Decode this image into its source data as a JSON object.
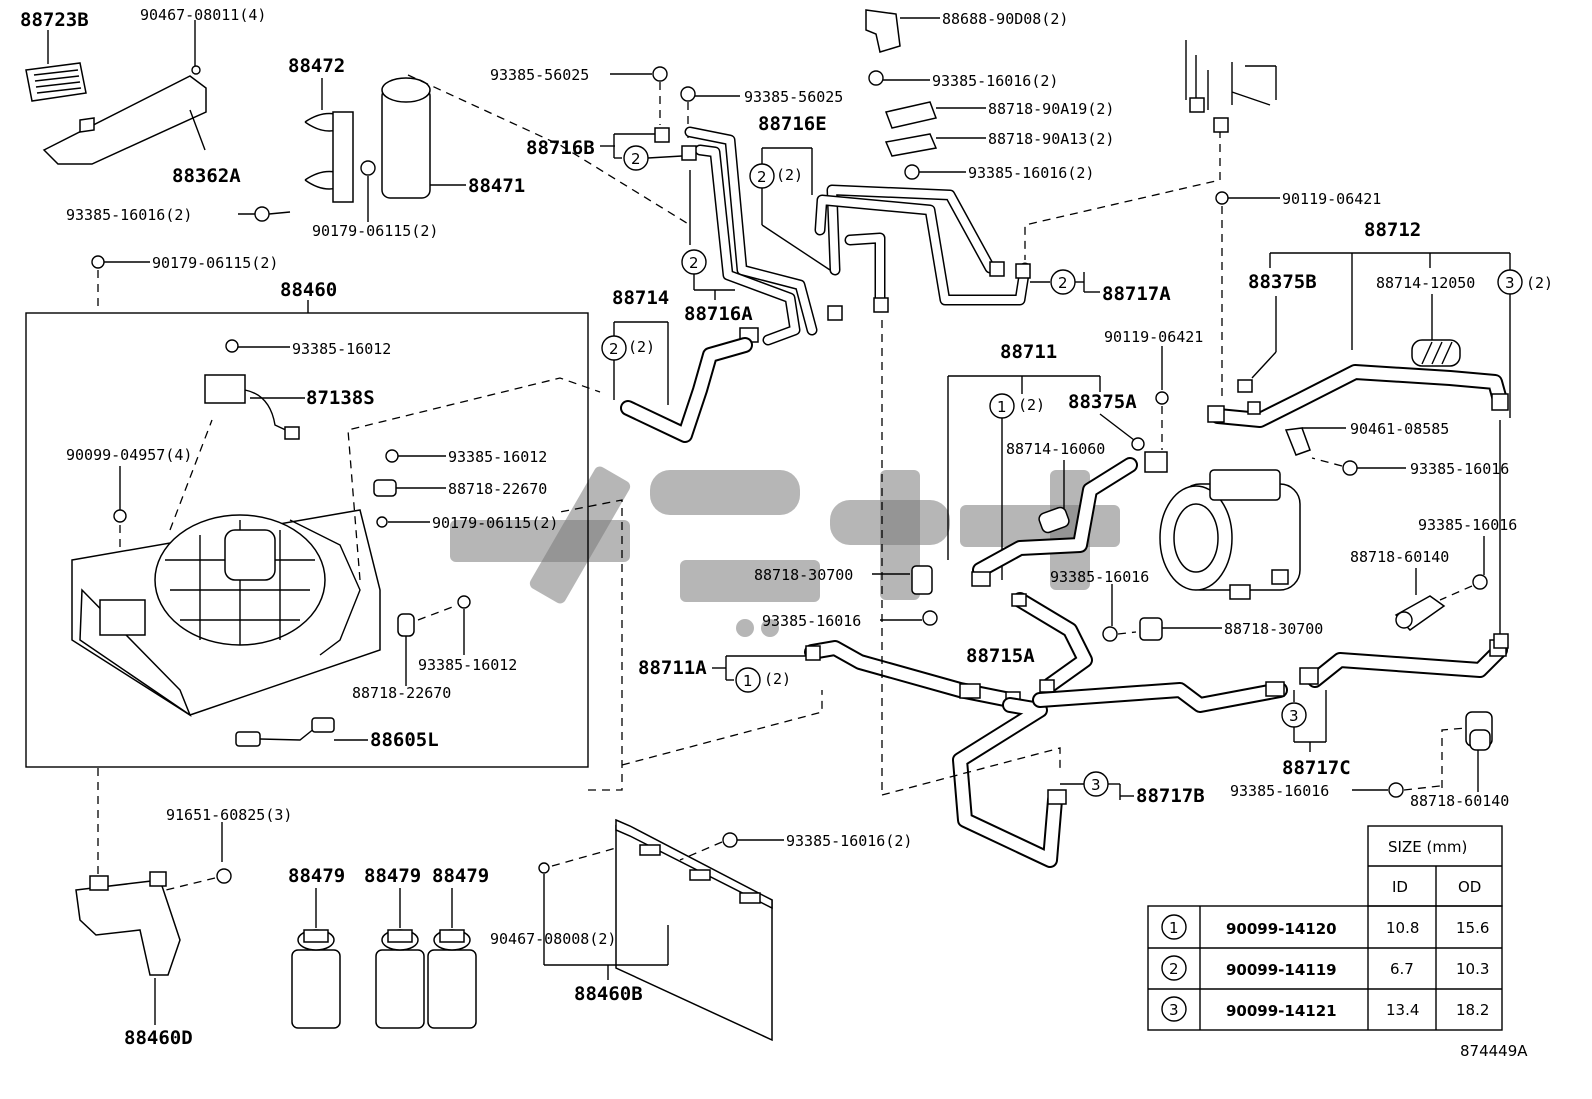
{
  "diagram_id": "874449A",
  "labels": {
    "l88723B": "88723B",
    "l90467_08011": "90467-08011(4)",
    "l88362A": "88362A",
    "l88472": "88472",
    "l88471": "88471",
    "l93385_16016_a": "93385-16016(2)",
    "l90179_06115_a": "90179-06115(2)",
    "l90179_06115_b": "90179-06115(2)",
    "l88460": "88460",
    "l93385_16012_a": "93385-16012",
    "l87138S": "87138S",
    "l90099_04957": "90099-04957(4)",
    "l93385_16012_b": "93385-16012",
    "l88718_22670_a": "88718-22670",
    "l90179_06115_c": "90179-06115(2)",
    "l93385_16012_c": "93385-16012",
    "l88718_22670_b": "88718-22670",
    "l88605L": "88605L",
    "l93385_56025_a": "93385-56025",
    "l93385_56025_b": "93385-56025",
    "l88716B": "88716B",
    "l88716E": "88716E",
    "l88716A": "88716A",
    "l88714": "88714",
    "l88688_90D08": "88688-90D08(2)",
    "l93385_16016_b": "93385-16016(2)",
    "l88718_90A19": "88718-90A19(2)",
    "l88718_90A13": "88718-90A13(2)",
    "l93385_16016_c": "93385-16016(2)",
    "l88717A": "88717A",
    "l90119_06421_a": "90119-06421",
    "l88712": "88712",
    "l88375B": "88375B",
    "l88714_12050": "88714-12050",
    "l88711": "88711",
    "l90119_06421_b": "90119-06421",
    "l88375A": "88375A",
    "l88714_16060": "88714-16060",
    "l90461_08585": "90461-08585",
    "l93385_16016_d": "93385-16016",
    "l93385_16016_e": "93385-16016",
    "l88718_60140_a": "88718-60140",
    "l88718_30700_a": "88718-30700",
    "l93385_16016_f": "93385-16016",
    "l93385_16016_g": "93385-16016",
    "l88718_30700_b": "88718-30700",
    "l88715A": "88715A",
    "l88711A": "88711A",
    "l88717C": "88717C",
    "l93385_16016_h": "93385-16016",
    "l88718_60140_b": "88718-60140",
    "l88717B": "88717B",
    "l91651_60825": "91651-60825(3)",
    "l88460D": "88460D",
    "l88479_a": "88479",
    "l88479_b": "88479",
    "l88479_c": "88479",
    "l93385_16016_i": "93385-16016(2)",
    "l90467_08008": "90467-08008(2)",
    "l88460B": "88460B",
    "qty2": "(2)"
  },
  "circles": {
    "one": "1",
    "two": "2",
    "three": "3"
  },
  "size_table": {
    "title": "SIZE (mm)",
    "col_id": "ID",
    "col_od": "OD",
    "rows": [
      {
        "mark": "1",
        "part": "90099-14120",
        "id": "10.8",
        "od": "15.6"
      },
      {
        "mark": "2",
        "part": "90099-14119",
        "id": "6.7",
        "od": "10.3"
      },
      {
        "mark": "3",
        "part": "90099-14121",
        "id": "13.4",
        "od": "18.2"
      }
    ]
  },
  "colors": {
    "ink": "#000000",
    "watermark": "#7a7a7a",
    "background": "#ffffff"
  }
}
